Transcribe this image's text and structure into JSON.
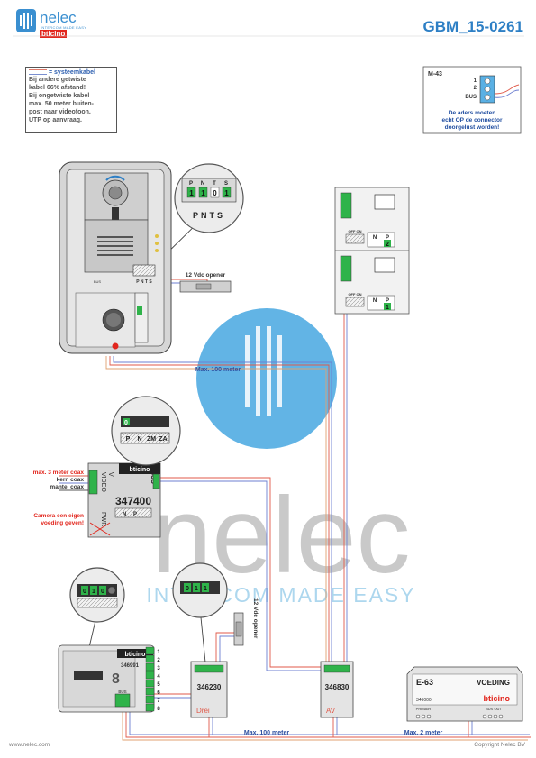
{
  "header": {
    "logo_name": "nelec",
    "logo_tagline": "INTERCOM MADE EASY",
    "logo_brand": "bticino",
    "doc_code": "GBM_15-0261"
  },
  "note": {
    "legend": "= systeemkabel",
    "lines": [
      "Bij andere getwiste",
      "kabel 66% afstand!",
      "Bij ongetwiste kabel",
      "max. 50 meter buiten-",
      "post naar videofoon.",
      "UTP op aanvraag."
    ]
  },
  "m43": {
    "label": "M-43",
    "terminal_1": "1",
    "terminal_2": "2",
    "terminal_bus": "BUS",
    "note": [
      "De aders moeten",
      "echt OP de connector",
      "doorgelust worden!"
    ]
  },
  "door_station": {
    "term_labels": [
      "P",
      "N",
      "T",
      "S"
    ],
    "term_values": [
      "1",
      "1",
      "0",
      "1"
    ],
    "bottom_terms": "P N T S",
    "bus_label": "BUS"
  },
  "opener_top": "12 Vdc opener",
  "opener_mid": "12 Vdc opener",
  "distances": {
    "top": "Max. 100 meter",
    "bottom_left": "Max. 100 meter",
    "bottom_right": "Max. 2 meter"
  },
  "monitors": [
    {
      "switch": "OFF ON",
      "n_label": "N",
      "p_label": "P",
      "p_value": "2"
    },
    {
      "switch": "OFF ON",
      "n_label": "N",
      "p_label": "P",
      "p_value": "1"
    }
  ],
  "video_interface": {
    "model": "347400",
    "brand": "bticino",
    "video_label": "VIDEO",
    "v_label": "V",
    "bus_label": "BUS",
    "pwr_label": "PWR",
    "setting_value": "0",
    "terms": [
      "P",
      "N",
      "ZM",
      "ZA"
    ],
    "n_label": "N",
    "p_label": "P"
  },
  "coax_notes": {
    "max": "max. 3 meter coax",
    "core": "kern coax",
    "shield": "mantel coax",
    "camera": [
      "Camera een eigen",
      "voeding geven!"
    ]
  },
  "module_346991": {
    "model": "346991",
    "brand": "bticino",
    "zoom_values": [
      "0",
      "1",
      "0"
    ],
    "bus_label": "BUS",
    "terms": [
      "1",
      "2",
      "3",
      "4",
      "5",
      "6",
      "7",
      "8"
    ]
  },
  "module_346230": {
    "model": "346230",
    "label": "Drei",
    "zoom_values": [
      "0",
      "1",
      "1"
    ]
  },
  "module_346830": {
    "model": "346830",
    "label": "AV"
  },
  "power_supply": {
    "code": "E-63",
    "label": "VOEDING",
    "model": "346000",
    "brand": "bticino",
    "primair": "PRIMAIR",
    "bus_out": "BUS OUT"
  },
  "footer": {
    "website": "www.nelec.com",
    "copyright": "Copyright Nelec BV"
  },
  "watermark": {
    "word": "nelec",
    "tagline": "INTERCOM MADE EASY"
  },
  "colors": {
    "red_wire": "#e05a4a",
    "blue_wire": "#6d7fd0",
    "orange_wire": "#e0a070",
    "accent_blue": "#2d7fc5",
    "green_terminal": "#2fb34a",
    "warning_red": "#e2261d"
  }
}
